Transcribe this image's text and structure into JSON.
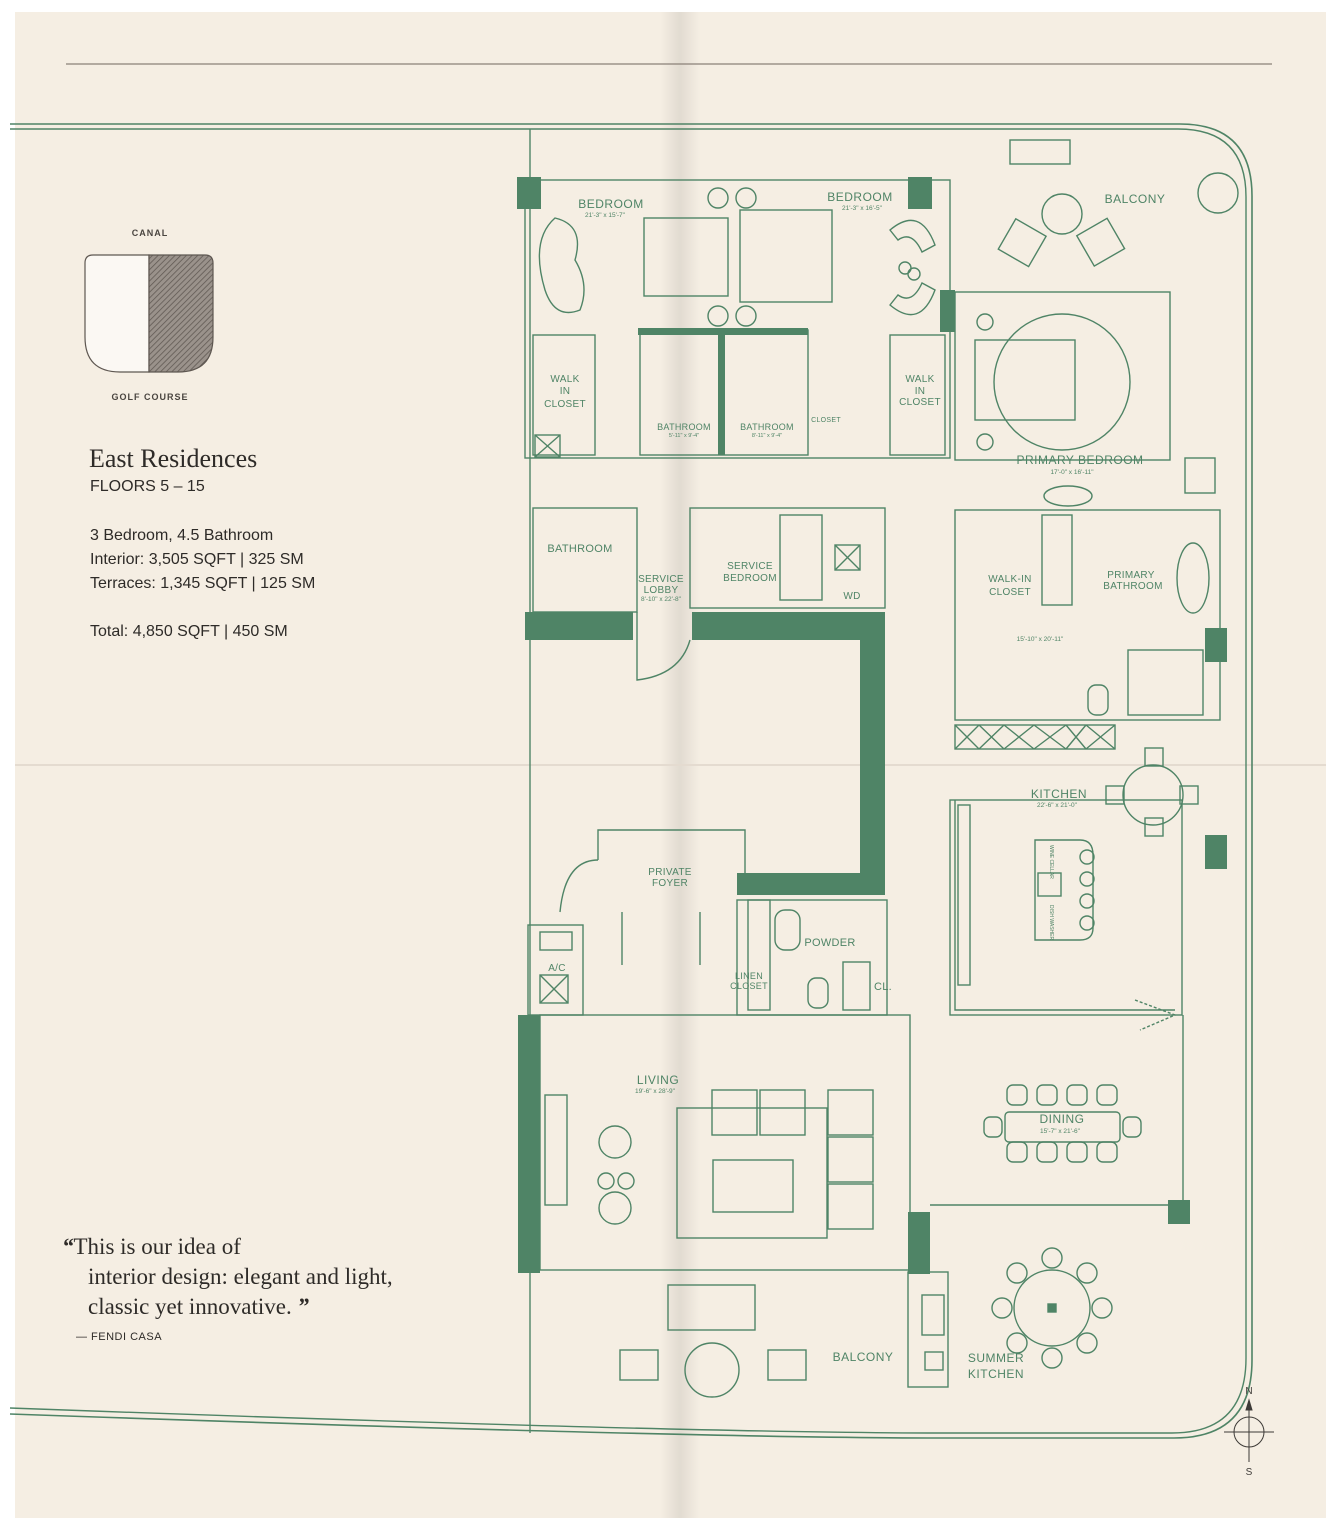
{
  "orientation_key": {
    "top_label": "CANAL",
    "bottom_label": "GOLF COURSE",
    "highlighted_side": "east"
  },
  "residence": {
    "title": "East Residences",
    "floors": "FLOORS 5 – 15",
    "rooms": "3 Bedroom, 4.5 Bathroom",
    "interior": "Interior: 3,505 SQFT | 325 SM",
    "terraces": "Terraces: 1,345 SQFT | 125 SM",
    "total": "Total: 4,850 SQFT | 450 SM"
  },
  "quote": {
    "line1": "This is our idea of",
    "line2": "interior design: elegant and light,",
    "line3": "classic yet innovative.",
    "open_mark": "“",
    "close_mark": "”",
    "attribution": "— FENDI CASA"
  },
  "rooms": {
    "bedroom_west": {
      "label": "BEDROOM",
      "dims": "21'-3\" x 15'-7\""
    },
    "bedroom_east": {
      "label": "BEDROOM",
      "dims": "21'-3\" x 16'-5\""
    },
    "balcony_north": {
      "label": "BALCONY"
    },
    "walk_in_closet_west": {
      "line1": "WALK",
      "line2": "IN",
      "line3": "CLOSET"
    },
    "walk_in_closet_east": {
      "line1": "WALK",
      "line2": "IN",
      "line3": "CLOSET"
    },
    "bathroom_a": {
      "label": "BATHROOM",
      "dims": "5'-11\" x 9'-4\""
    },
    "bathroom_b": {
      "label": "BATHROOM",
      "dims": "8'-11\" x 9'-4\""
    },
    "closet": {
      "label": "CLOSET"
    },
    "primary_bedroom": {
      "label": "PRIMARY BEDROOM",
      "dims": "17'-0\" x 16'-11\""
    },
    "bathroom_service": {
      "label": "BATHROOM"
    },
    "service_lobby": {
      "line1": "SERVICE",
      "line2": "LOBBY",
      "dims": "8'-10\" x 22'-8\""
    },
    "service_bedroom": {
      "line1": "SERVICE",
      "line2": "BEDROOM"
    },
    "wd": {
      "label": "WD"
    },
    "walk_in_closet_primary": {
      "line1": "WALK-IN",
      "line2": "CLOSET",
      "dims": "15'-10\" x 20'-11\""
    },
    "primary_bathroom": {
      "line1": "PRIMARY",
      "line2": "BATHROOM"
    },
    "kitchen": {
      "label": "KITCHEN",
      "dims": "22'-6\" x 21'-0\"",
      "wine_cellar": "WINE CELLAR",
      "dish_washer": "DISH WASHER"
    },
    "private_foyer": {
      "line1": "PRIVATE",
      "line2": "FOYER"
    },
    "ac": {
      "label": "A/C"
    },
    "linen_closet": {
      "line1": "LINEN",
      "line2": "CLOSET"
    },
    "powder": {
      "label": "POWDER"
    },
    "cl": {
      "label": "CL."
    },
    "living": {
      "label": "LIVING",
      "dims": "19'-6\" x 28'-9\""
    },
    "dining": {
      "label": "DINING",
      "dims": "15'-7\" x 21'-6\""
    },
    "balcony_south": {
      "label": "BALCONY"
    },
    "summer_kitchen": {
      "line1": "SUMMER",
      "line2": "KITCHEN"
    }
  },
  "compass": {
    "north": "N",
    "south": "S"
  },
  "colors": {
    "plan_green": "#4f8466",
    "paper": "#f5eee3",
    "text": "#2e2b28"
  }
}
